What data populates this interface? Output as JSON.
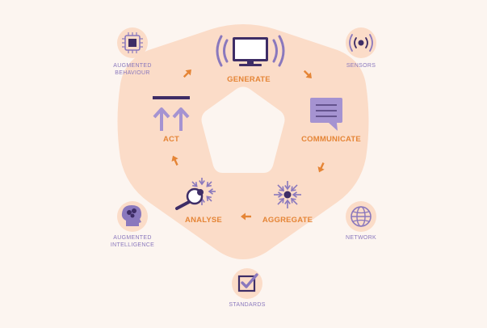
{
  "colors": {
    "background": "#fcf5f0",
    "pentagon": "#fbdcc8",
    "hole": "#fcf5f0",
    "stage_label": "#e58536",
    "side_label": "#8a78bd",
    "icon_light": "#a593d1",
    "icon_dark": "#3e2d66",
    "arrow": "#e58536",
    "badge_bg": "#fbdcc8"
  },
  "cycle": {
    "stages": [
      {
        "id": "generate",
        "label": "GENERATE",
        "icon": "monitor-broadcast-icon"
      },
      {
        "id": "communicate",
        "label": "COMMUNICATE",
        "icon": "chat-bubble-icon"
      },
      {
        "id": "aggregate",
        "label": "AGGREGATE",
        "icon": "converging-arrows-icon"
      },
      {
        "id": "analyse",
        "label": "ANALYSE",
        "icon": "magnifier-icon"
      },
      {
        "id": "act",
        "label": "ACT",
        "icon": "up-arrows-icon"
      }
    ]
  },
  "outer": {
    "items": [
      {
        "id": "augmented-behaviour",
        "lines": [
          "AUGMENTED",
          "BEHAVIOUR"
        ],
        "icon": "chip-icon"
      },
      {
        "id": "sensors",
        "lines": [
          "SENSORS"
        ],
        "icon": "sensor-signal-icon"
      },
      {
        "id": "network",
        "lines": [
          "NETWORK"
        ],
        "icon": "globe-icon"
      },
      {
        "id": "standards",
        "lines": [
          "STANDARDS"
        ],
        "icon": "checkbox-icon"
      },
      {
        "id": "augmented-intelligence",
        "lines": [
          "AUGMENTED",
          "INTELLIGENCE"
        ],
        "icon": "brain-head-icon"
      }
    ]
  }
}
